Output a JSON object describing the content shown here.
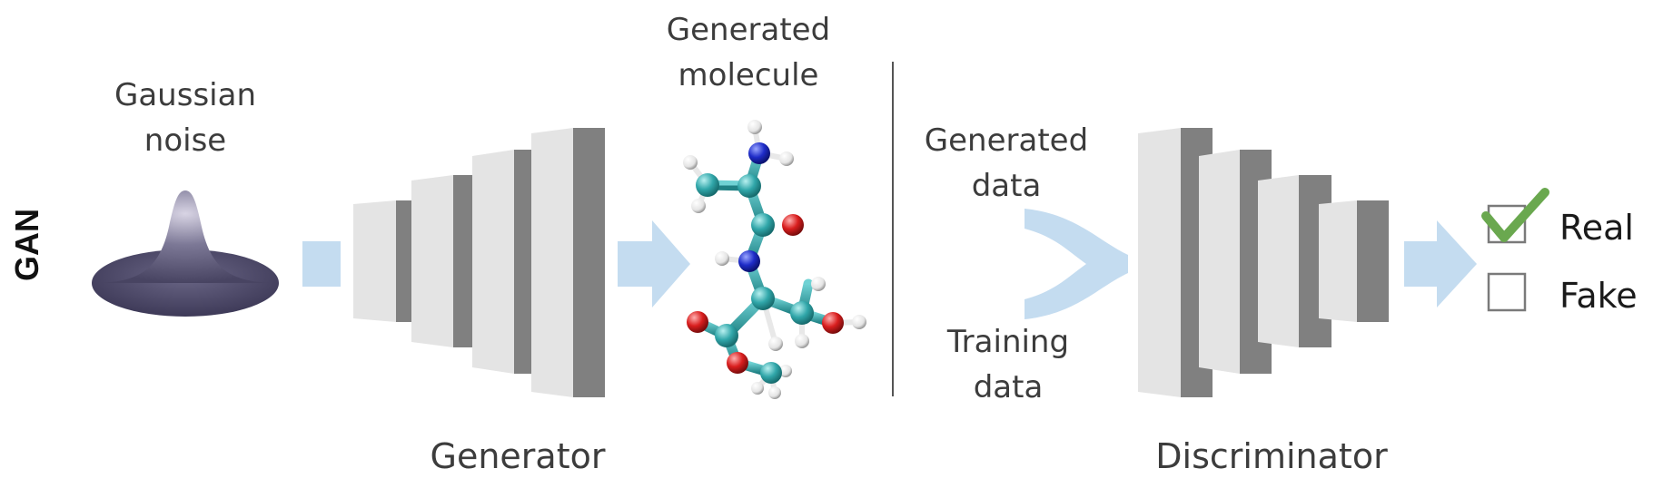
{
  "side_label": "GAN",
  "noise_label": [
    "Gaussian",
    "noise"
  ],
  "molecule_label": [
    "Generated",
    "molecule"
  ],
  "generator_label": "Generator",
  "discriminator_label": "Discriminator",
  "generated_data_label": [
    "Generated",
    "data"
  ],
  "training_data_label": [
    "Training",
    "data"
  ],
  "outputs": [
    {
      "label": "Real",
      "checked": true
    },
    {
      "label": "Fake",
      "checked": false
    }
  ],
  "colors": {
    "arrow": "#c4dcf0",
    "block_light": "#e4e4e4",
    "block_dark": "#808080",
    "check": "#6aa84f",
    "oxygen": "#d91e1e",
    "nitrogen": "#1e2cc8",
    "carbon": "#31a7aa",
    "hydrogen": "#eeeeee"
  }
}
